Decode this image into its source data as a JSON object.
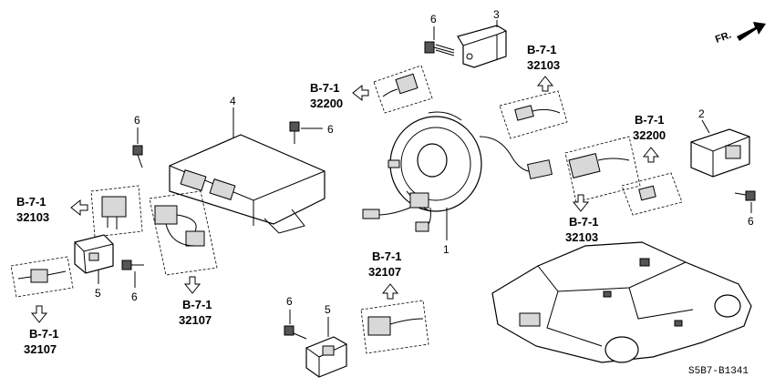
{
  "diagram": {
    "direction_label": "FR.",
    "diagram_code": "S5B7-B1341",
    "part_callouts": {
      "p1": "1",
      "p2": "2",
      "p3": "3",
      "p4": "4",
      "p5a": "5",
      "p5b": "5",
      "p6a": "6",
      "p6b": "6",
      "p6c": "6",
      "p6d": "6",
      "p6e": "6",
      "p6f": "6"
    },
    "references": [
      {
        "page": "B-7-1",
        "code": "32103"
      },
      {
        "page": "B-7-1",
        "code": "32200"
      },
      {
        "page": "B-7-1",
        "code": "32200"
      },
      {
        "page": "B-7-1",
        "code": "32103"
      },
      {
        "page": "B-7-1",
        "code": "32103"
      },
      {
        "page": "B-7-1",
        "code": "32107"
      },
      {
        "page": "B-7-1",
        "code": "32107"
      },
      {
        "page": "B-7-1",
        "code": "32107"
      }
    ]
  }
}
